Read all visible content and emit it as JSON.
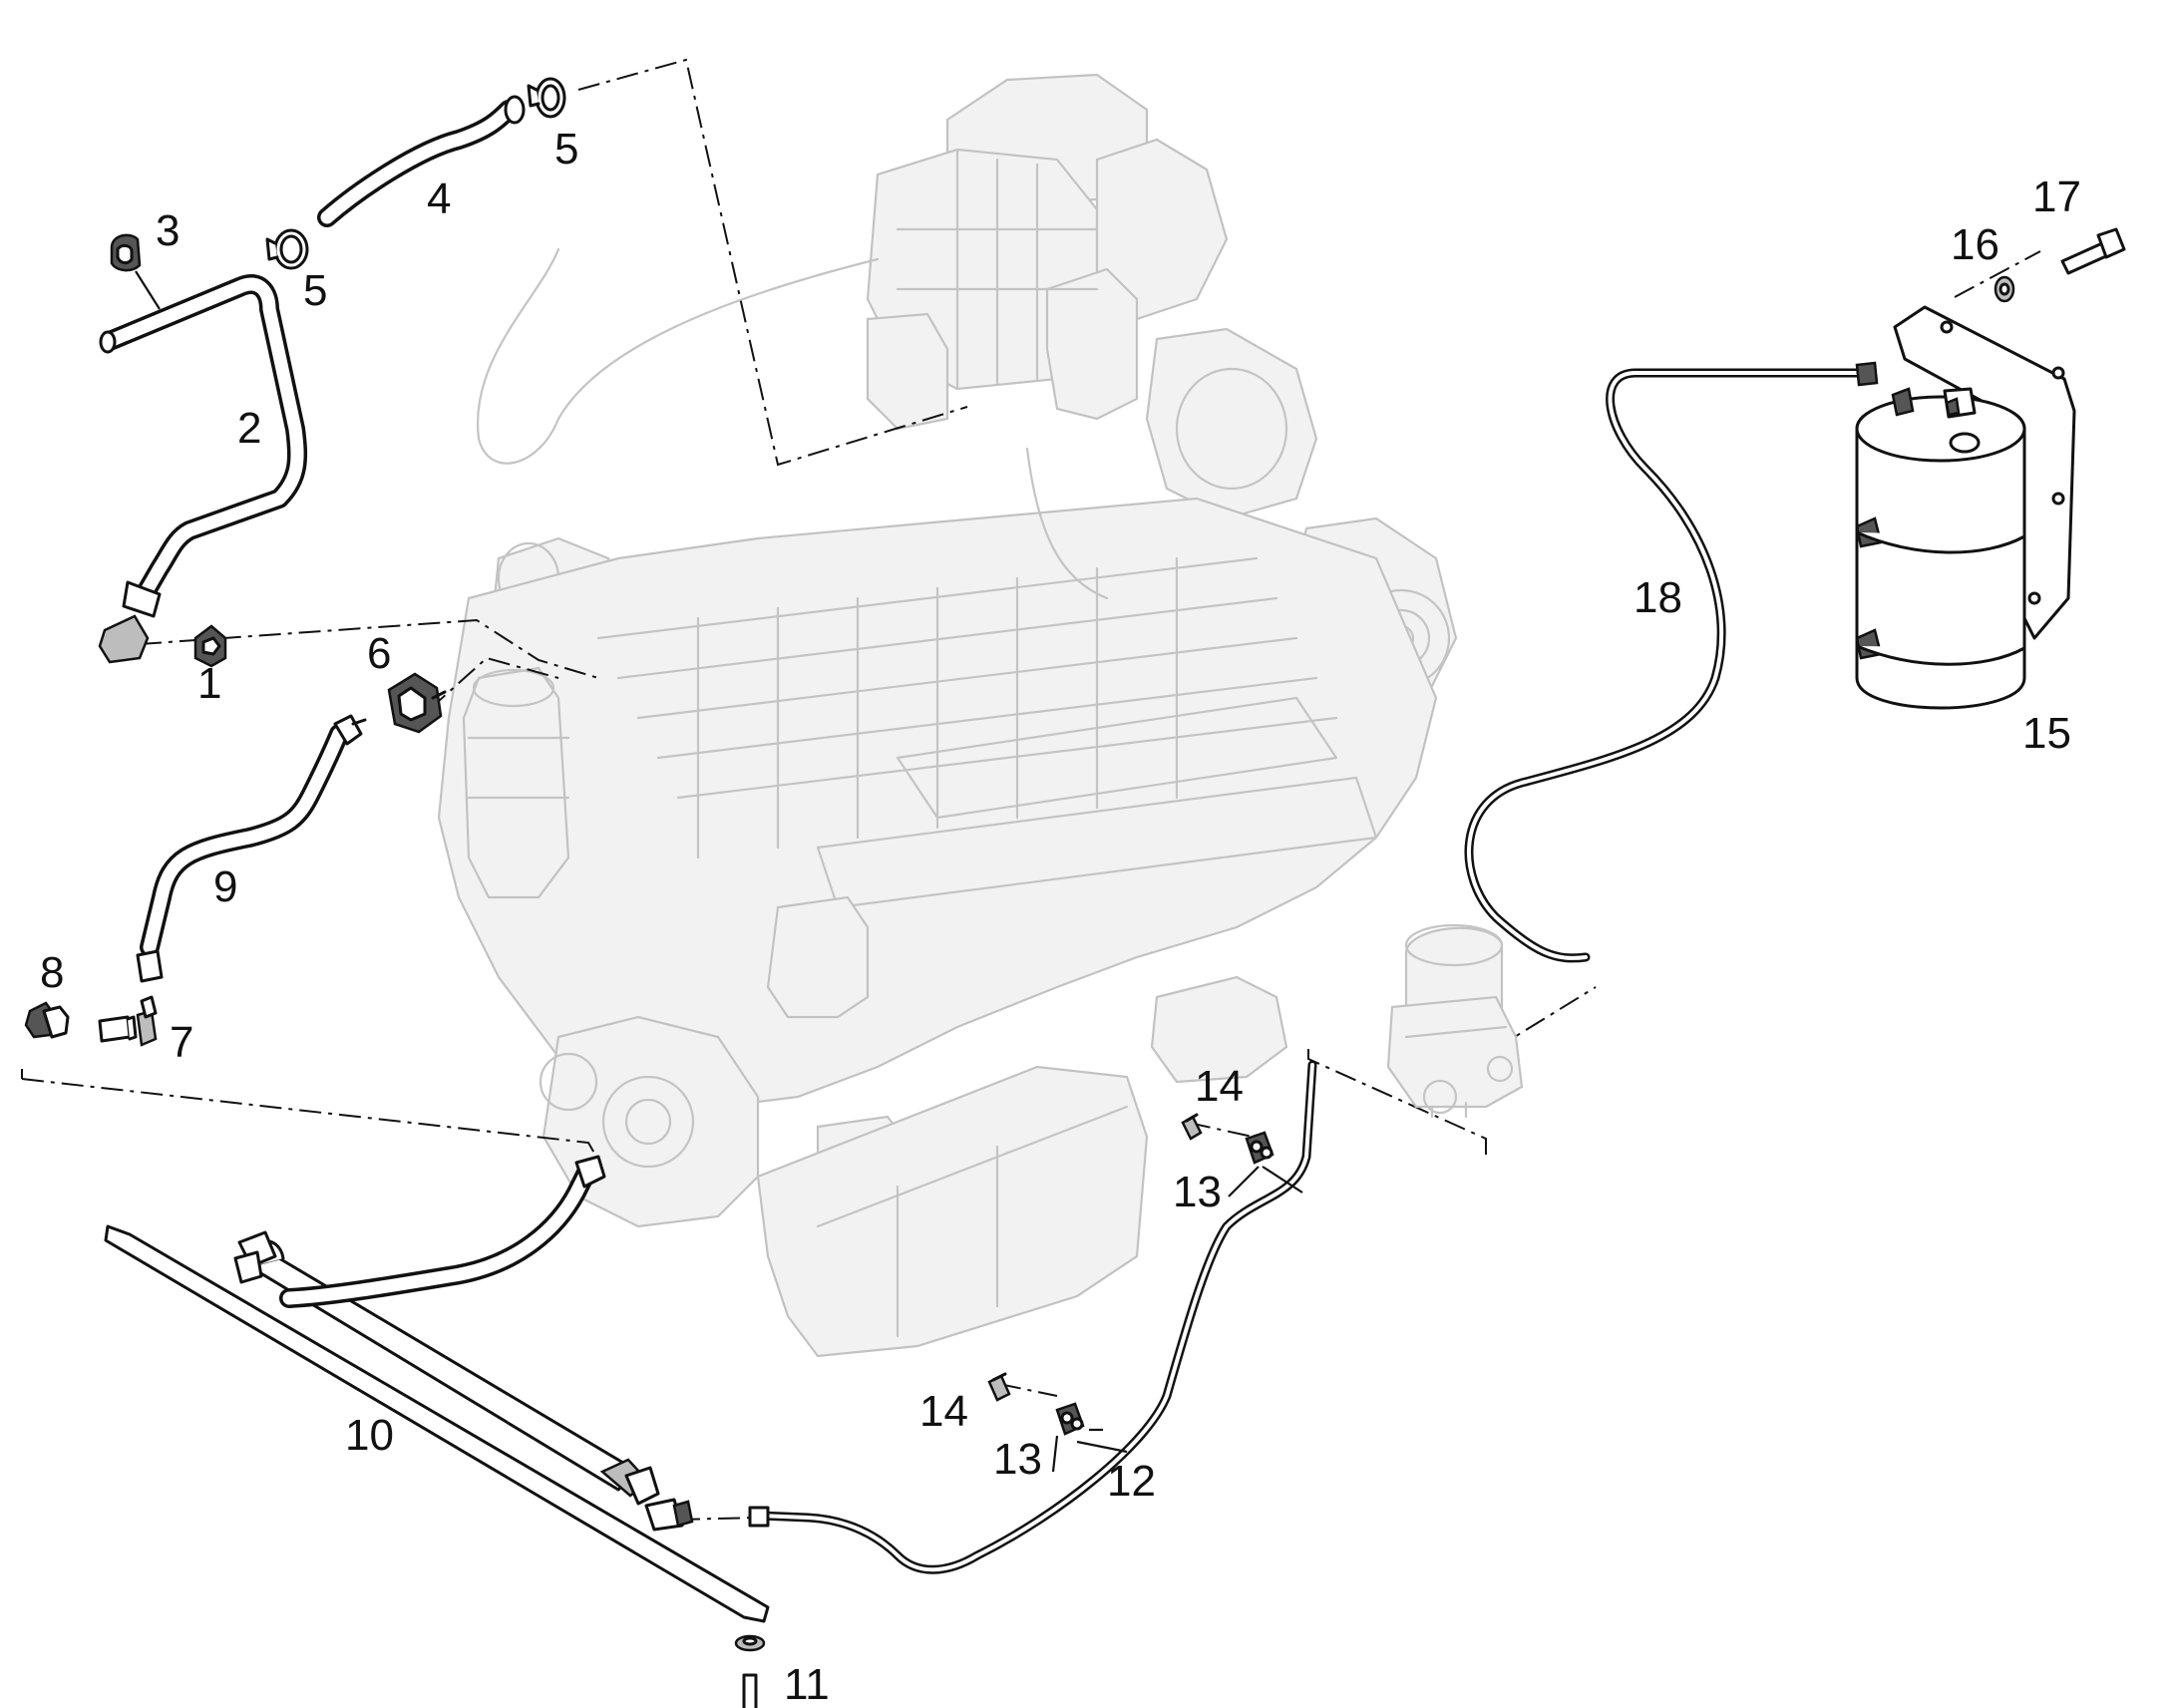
{
  "colors": {
    "background": "#ffffff",
    "line": "#111111",
    "engine_line": "#c4c4c4",
    "engine_fill": "#f2f2f2"
  },
  "callouts": {
    "c1": "1",
    "c2": "2",
    "c3": "3",
    "c4": "4",
    "c5a": "5",
    "c5b": "5",
    "c6": "6",
    "c7": "7",
    "c8": "8",
    "c9": "9",
    "c10": "10",
    "c11": "11",
    "c12": "12",
    "c13a": "13",
    "c13b": "13",
    "c14a": "14",
    "c14b": "14",
    "c15": "15",
    "c16": "16",
    "c17": "17",
    "c18": "18"
  }
}
